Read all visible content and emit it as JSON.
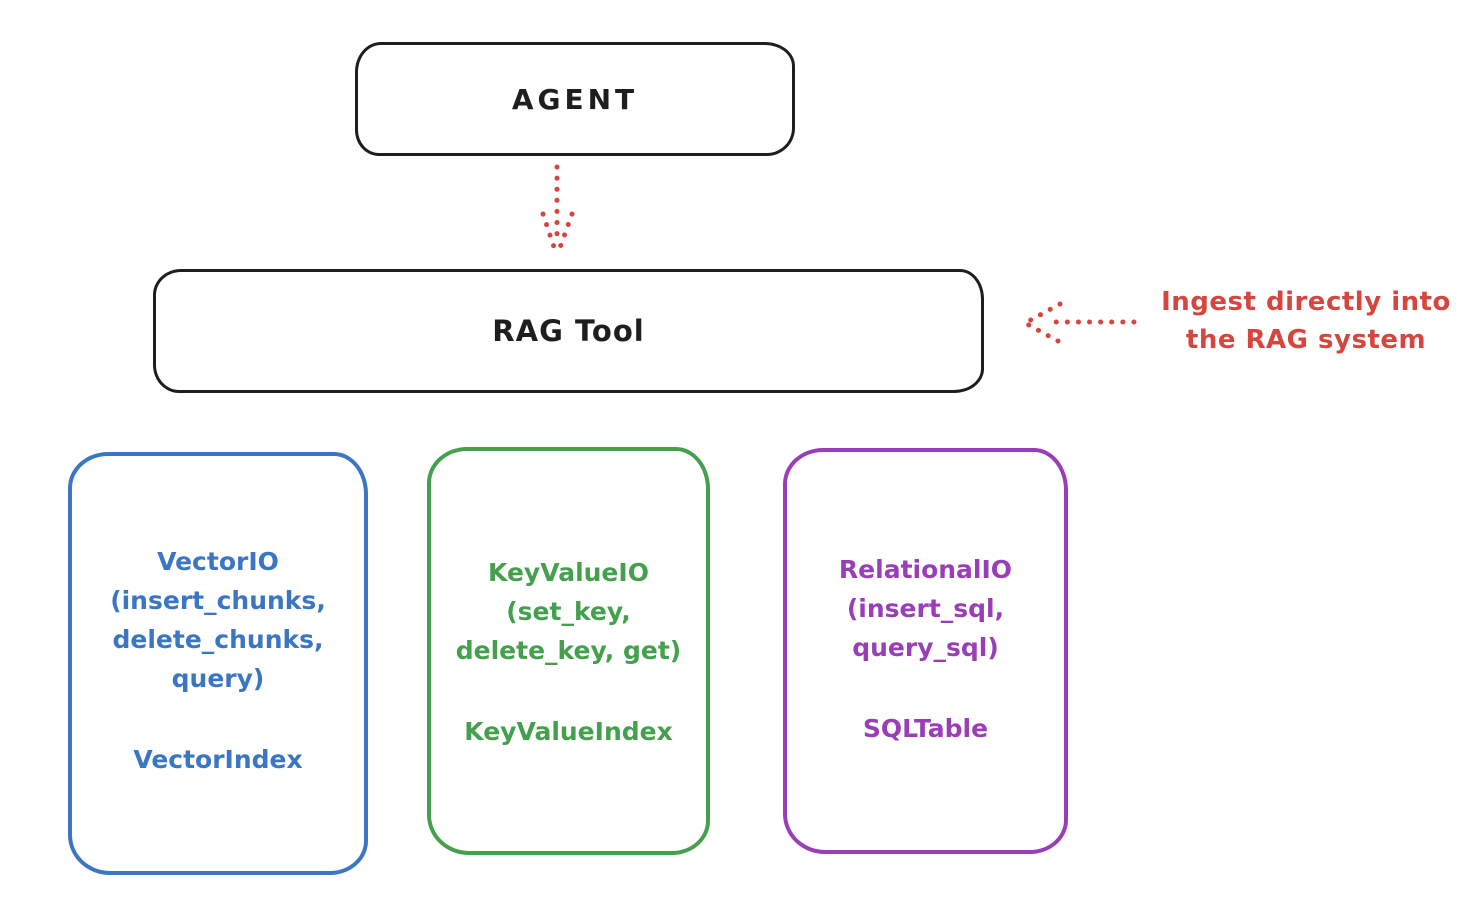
{
  "agent_box": {
    "label": "AGENT"
  },
  "rag_tool_box": {
    "label": "RAG Tool"
  },
  "ingest_annotation": {
    "line1": "Ingest directly into",
    "line2": "the RAG system"
  },
  "storage_boxes": [
    {
      "name": "vector-io",
      "color": "#3b76c4",
      "title_lines": [
        "VectorIO",
        "(insert_chunks,",
        "delete_chunks,",
        "query)"
      ],
      "index_label": "VectorIndex"
    },
    {
      "name": "key-value-io",
      "color": "#44a04c",
      "title_lines": [
        "KeyValueIO",
        "(set_key,",
        "delete_key, get)"
      ],
      "index_label": "KeyValueIndex"
    },
    {
      "name": "relational-io",
      "color": "#9a3db8",
      "title_lines": [
        "RelationalIO",
        "(insert_sql,",
        "query_sql)"
      ],
      "index_label": "SQLTable"
    }
  ],
  "colors": {
    "stroke_black": "#1e1e1e",
    "arrow_red": "#d6453e",
    "background": "#ffffff"
  }
}
